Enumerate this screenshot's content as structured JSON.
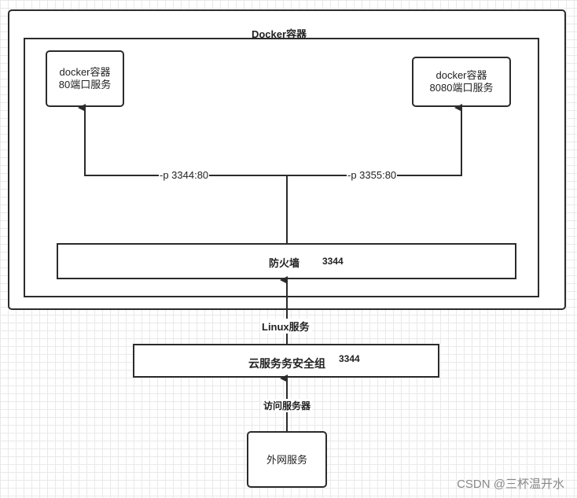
{
  "docker_container": {
    "title": "Docker容器"
  },
  "node_left": {
    "line1": "docker容器",
    "line2": "80端口服务"
  },
  "node_right": {
    "line1": "docker容器",
    "line2": "8080端口服务"
  },
  "edge_left": {
    "label": "-p 3344:80"
  },
  "edge_right": {
    "label": "-p 3355:80"
  },
  "firewall": {
    "name": "防火墙",
    "port": "3344"
  },
  "linux_service": {
    "label": "Linux服务"
  },
  "security_group": {
    "name": "云服务务安全组",
    "port": "3344"
  },
  "access_edge": {
    "label": "访问服务器"
  },
  "external": {
    "label": "外网服务"
  },
  "watermark": {
    "text": "CSDN @三杯温开水"
  }
}
